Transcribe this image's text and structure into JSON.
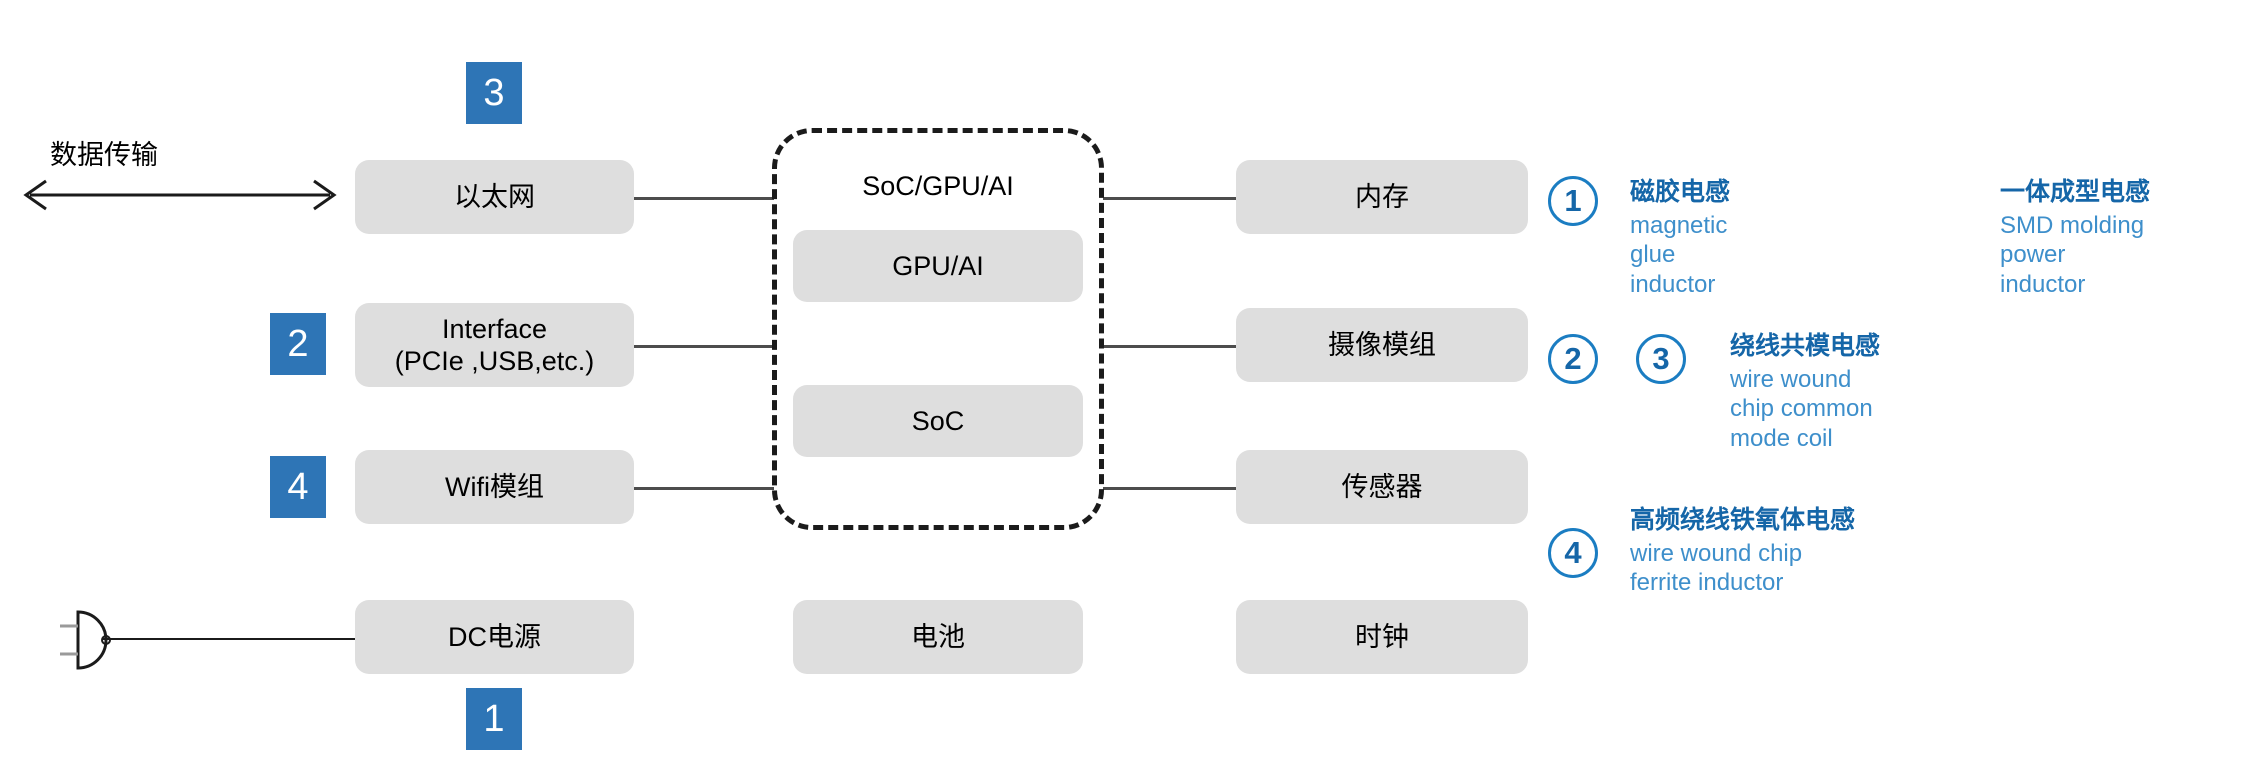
{
  "diagram": {
    "title": "Automotive / embedded system block diagram with inductor callouts",
    "data_transfer_label": "数据传输",
    "plug_icon": "power-plug-icon",
    "center_group_title": "SoC/GPU/AI",
    "left_blocks": [
      {
        "label": "以太网",
        "badge": "3"
      },
      {
        "label_line1": "Interface",
        "label_line2": "(PCIe ,USB,etc.)",
        "badge": "2"
      },
      {
        "label": "Wifi模组",
        "badge": "4"
      },
      {
        "label": "DC电源",
        "badge": "1"
      }
    ],
    "center_blocks": [
      {
        "label": "GPU/AI"
      },
      {
        "label": "SoC"
      },
      {
        "label": "电池"
      }
    ],
    "right_blocks": [
      {
        "label": "内存"
      },
      {
        "label": "摄像模组"
      },
      {
        "label": "传感器"
      },
      {
        "label": "时钟"
      }
    ]
  },
  "legend": [
    {
      "markers": [
        "1"
      ],
      "cn": "磁胶电感",
      "en": "magnetic glue inductor"
    },
    {
      "markers": [],
      "cn": "一体成型电感",
      "en": "SMD molding power inductor"
    },
    {
      "markers": [
        "2",
        "3"
      ],
      "cn": "绕线共模电感",
      "en": "wire wound chip common mode coil"
    },
    {
      "markers": [
        "4"
      ],
      "cn": "高频绕线铁氧体电感",
      "en": "wire wound chip ferrite inductor"
    }
  ],
  "colors": {
    "badge_blue": "#2E75B6",
    "legend_blue": "#1566A8",
    "legend_en_blue": "#3E8FCB",
    "box_gray": "#dedede",
    "line_gray": "#4d4d4d"
  }
}
